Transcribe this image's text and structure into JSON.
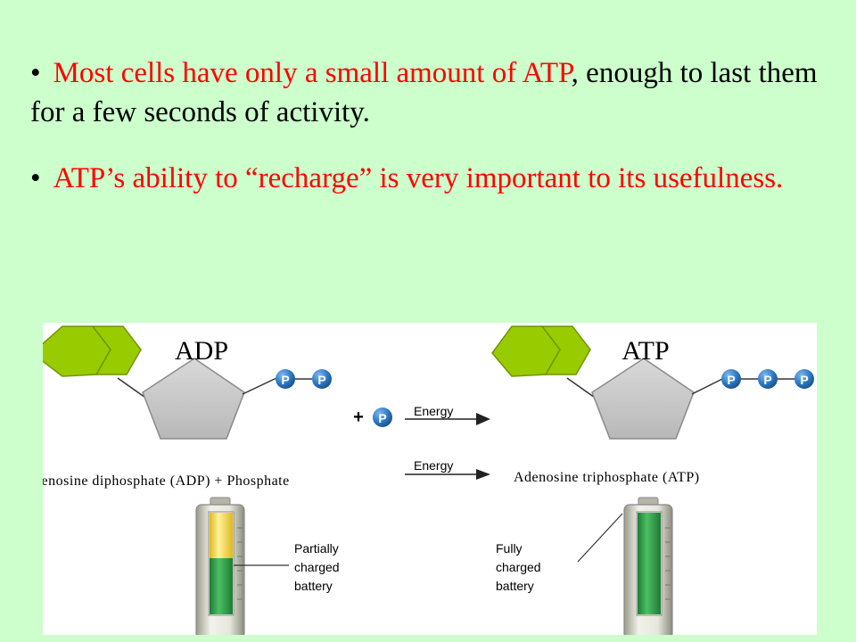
{
  "bullets": [
    {
      "dot": "•",
      "red_text": "Most cells have only a small amount of ATP",
      "black_text": ", enough to last them for a few seconds of activity."
    },
    {
      "dot": "•",
      "red_text": "ATP’s ability to “recharge” is very important to its usefulness.",
      "black_text": ""
    }
  ],
  "diagram": {
    "adp_title": "ADP",
    "atp_title": "ATP",
    "phosphate_symbol": "P",
    "plus": "+",
    "energy_top": "Energy",
    "energy_bottom": "Energy",
    "left_caption": "Adenosine diphosphate (ADP) + Phosphate",
    "right_caption": "Adenosine triphosphate (ATP)",
    "left_battery_label": [
      "Partially",
      "charged",
      "battery"
    ],
    "right_battery_label": [
      "Fully",
      "charged",
      "battery"
    ],
    "left_battery_charge": 0.55,
    "right_battery_charge": 1.0
  },
  "colors": {
    "background": "#ccffcc",
    "red_text": "#ff0000",
    "hexagon": "#99cc00",
    "pentagon": "#c8c8c8",
    "phosphate": "#2b78c2",
    "battery_green": "#2e9a45",
    "battery_yellow": "#f5d84a"
  }
}
